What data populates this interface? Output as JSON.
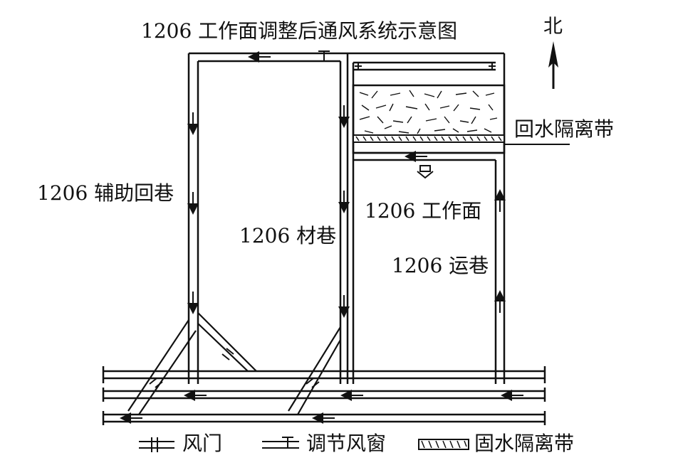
{
  "title": "1206 工作面调整后通风系统示意图",
  "north": "北",
  "labels": {
    "auxiliary_return": "1206 辅助回巷",
    "material_roadway": "1206 材巷",
    "working_face": "1206 工作面",
    "transport_roadway": "1206 运巷",
    "water_isolation_belt": "回水隔离带"
  },
  "legend": {
    "air_door": "风门",
    "regulator_window": "调节风窗",
    "solid_water_isolation_belt": "固水隔离带"
  },
  "colors": {
    "line": "#111111",
    "background": "#ffffff"
  }
}
